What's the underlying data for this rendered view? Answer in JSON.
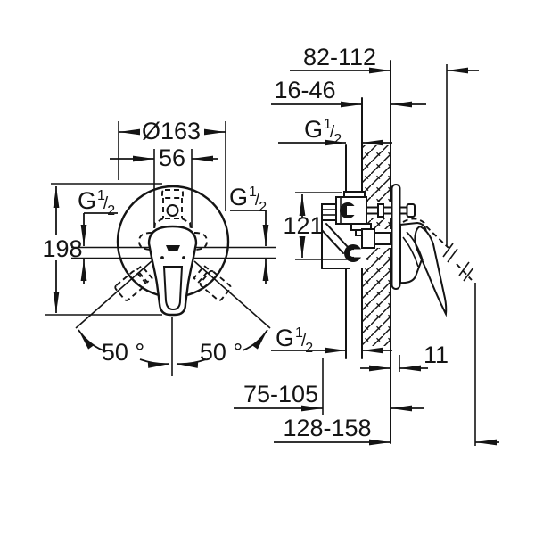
{
  "drawing": {
    "front_view": {
      "diameter": "Ø163",
      "cartridge_width": "56",
      "height": "198",
      "angle_left": "50 °",
      "angle_right": "50 °"
    },
    "side_view": {
      "wall_to_handle_depth": "82-112",
      "finished_wall_zone": "16-46",
      "body_height": "121",
      "escutcheon_thickness": "11",
      "rough_in_depth": "75-105",
      "total_depth": "128-158"
    },
    "thread_label": {
      "prefix": "G",
      "numerator": "1",
      "slash": "/",
      "denominator": "2"
    }
  }
}
